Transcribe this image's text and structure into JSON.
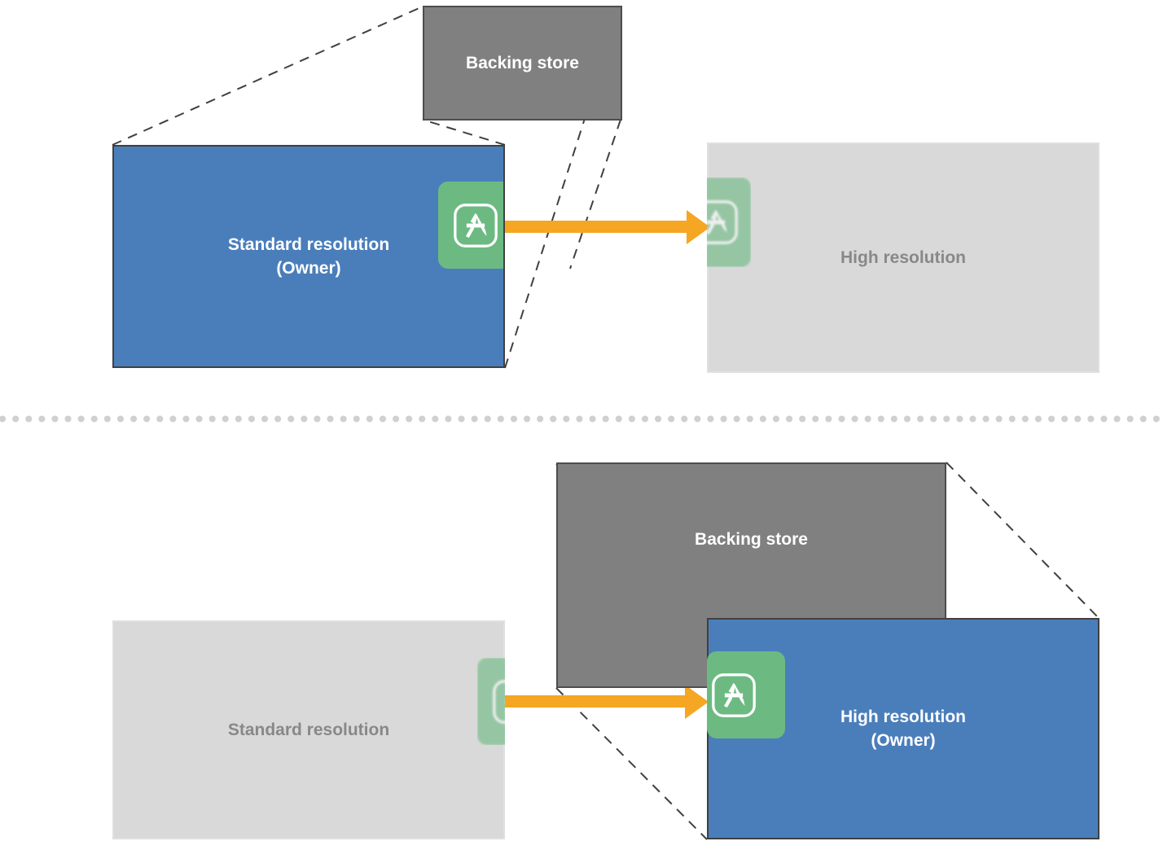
{
  "diagram": {
    "title": "Backing store ownership for standard and high resolution representations",
    "colors": {
      "blue": "#4a7ebb",
      "blue_border": "#404040",
      "gray_dark": "#808080",
      "gray_dark_border": "#4d4d4d",
      "gray_light": "#d9d9d9",
      "gray_light_text": "#888888",
      "green_icon": "#6cba82",
      "arrow_orange": "#f5a623",
      "dash_line": "#404040",
      "divider_dot": "#d0d0d0",
      "white_text": "#ffffff"
    },
    "panels": [
      {
        "id": "top",
        "name": "standard-resolution-owner-panel",
        "backing_store": {
          "label": "Backing store"
        },
        "owner_box": {
          "label": "Standard resolution\n(Owner)",
          "state": "owner",
          "style": "blue"
        },
        "other_box": {
          "label": "High resolution",
          "state": "inactive",
          "style": "gray"
        },
        "arrow": {
          "direction": "right",
          "from": "standard-resolution",
          "to": "high-resolution"
        },
        "icon": {
          "name": "app-store-icon",
          "owner_side": "left",
          "faded_side": "right"
        }
      },
      {
        "id": "bottom",
        "name": "high-resolution-owner-panel",
        "backing_store": {
          "label": "Backing store"
        },
        "owner_box": {
          "label": "High resolution\n(Owner)",
          "state": "owner",
          "style": "blue"
        },
        "other_box": {
          "label": "Standard resolution",
          "state": "inactive",
          "style": "gray"
        },
        "arrow": {
          "direction": "right",
          "from": "standard-resolution",
          "to": "high-resolution"
        },
        "icon": {
          "name": "app-store-icon",
          "owner_side": "right",
          "faded_side": "left"
        }
      }
    ],
    "divider": {
      "name": "section-divider",
      "style": "dotted"
    }
  }
}
